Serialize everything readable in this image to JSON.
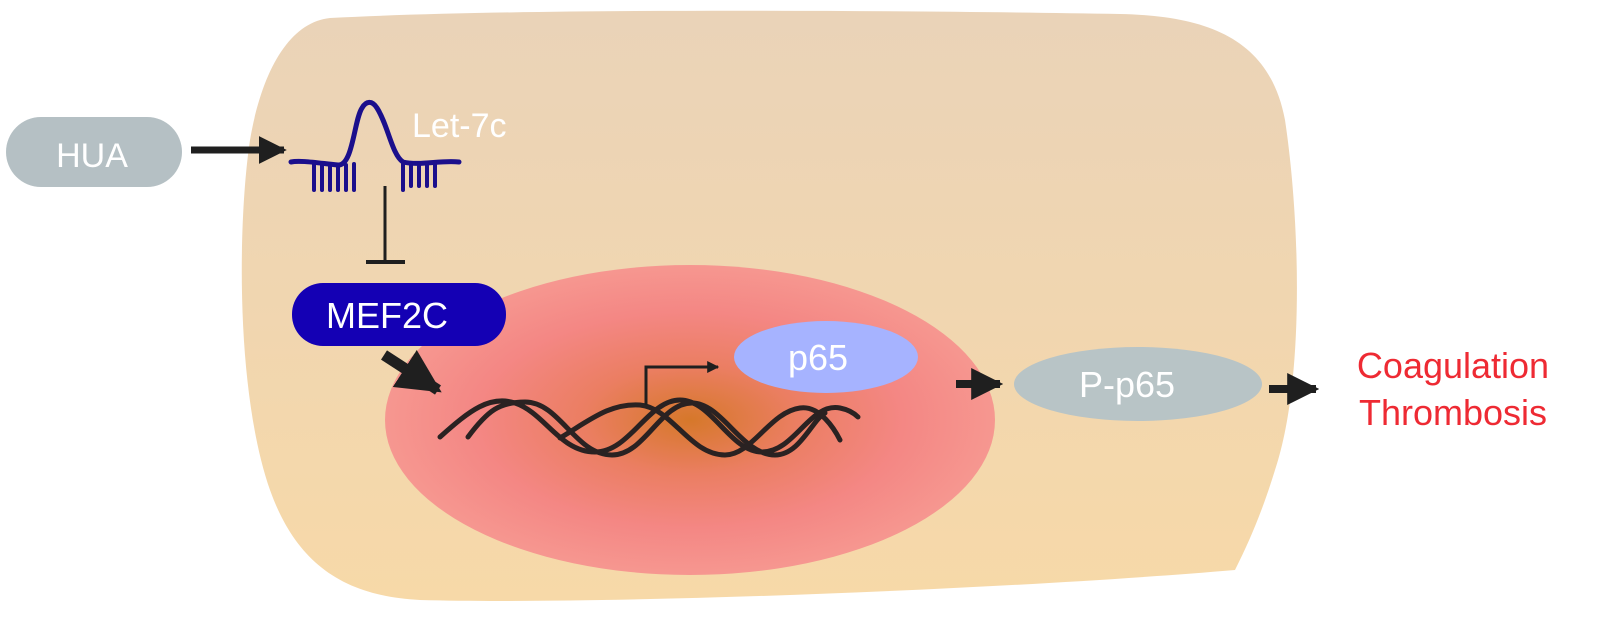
{
  "nodes": {
    "hua": "HUA",
    "let7c": "Let-7c",
    "mef2c": "MEF2C",
    "p65": "p65",
    "p_p65": "P-p65"
  },
  "outcomes": {
    "line1": "Coagulation",
    "line2": "Thrombosis"
  },
  "colors": {
    "cell": "#f3d3a6",
    "nucleus": "#f48a86",
    "nucleus_core": "#d9742a",
    "hua_box": "#b5c0c4",
    "mirna_strand": "#1b0f8c",
    "mef2c_box": "#1400b4",
    "p65_box": "#a6b3ff",
    "p_p65_box": "#b8c4c6",
    "outcome_text": "#ee2a33",
    "arrow": "#1f1f1f"
  },
  "icons": [
    "mirna-hairpin-icon",
    "dna-double-helix-icon",
    "transcription-start-icon"
  ]
}
